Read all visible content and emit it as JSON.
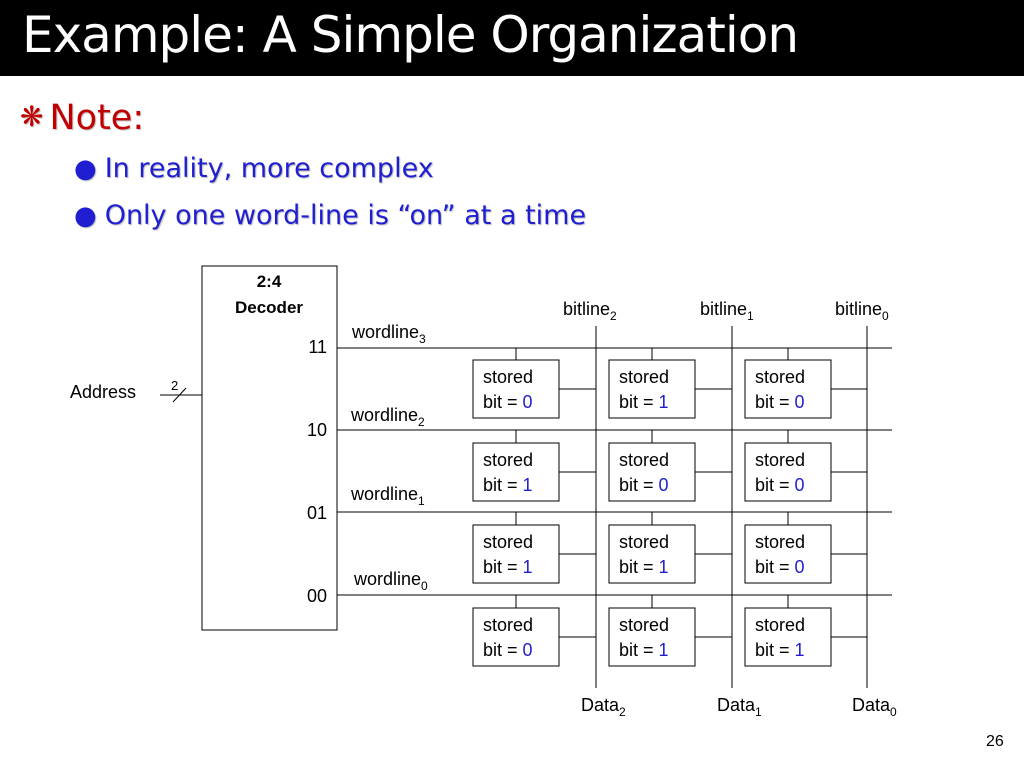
{
  "title": "Example:  A Simple Organization",
  "bullets": {
    "level1_marker": "❋",
    "level1": "Note:",
    "level2_marker": "●",
    "items": [
      "In reality, more complex",
      "Only one word-line is “on” at a time"
    ]
  },
  "page_number": "26",
  "diagram": {
    "decoder_title_line1": "2:4",
    "decoder_title_line2": "Decoder",
    "address_label": "Address",
    "address_bus_width": "2",
    "decoder_outputs": [
      "11",
      "10",
      "01",
      "00"
    ],
    "wordlines": [
      {
        "base": "wordline",
        "sub": "3"
      },
      {
        "base": "wordline",
        "sub": "2"
      },
      {
        "base": "wordline",
        "sub": "1"
      },
      {
        "base": "wordline",
        "sub": "0"
      }
    ],
    "bitlines": [
      {
        "base": "bitline",
        "sub": "2"
      },
      {
        "base": "bitline",
        "sub": "1"
      },
      {
        "base": "bitline",
        "sub": "0"
      }
    ],
    "data_outputs": [
      {
        "base": "Data",
        "sub": "2"
      },
      {
        "base": "Data",
        "sub": "1"
      },
      {
        "base": "Data",
        "sub": "0"
      }
    ],
    "cell_line1": "stored",
    "cell_line2_prefix": "bit = ",
    "stored_bits": [
      [
        "0",
        "1",
        "0"
      ],
      [
        "1",
        "0",
        "0"
      ],
      [
        "1",
        "1",
        "0"
      ],
      [
        "0",
        "1",
        "1"
      ]
    ],
    "colors": {
      "bit_value": "#1f1fd1",
      "note_heading": "#c00000",
      "bullet_text": "#1f1fd1",
      "line": "#000000"
    }
  }
}
